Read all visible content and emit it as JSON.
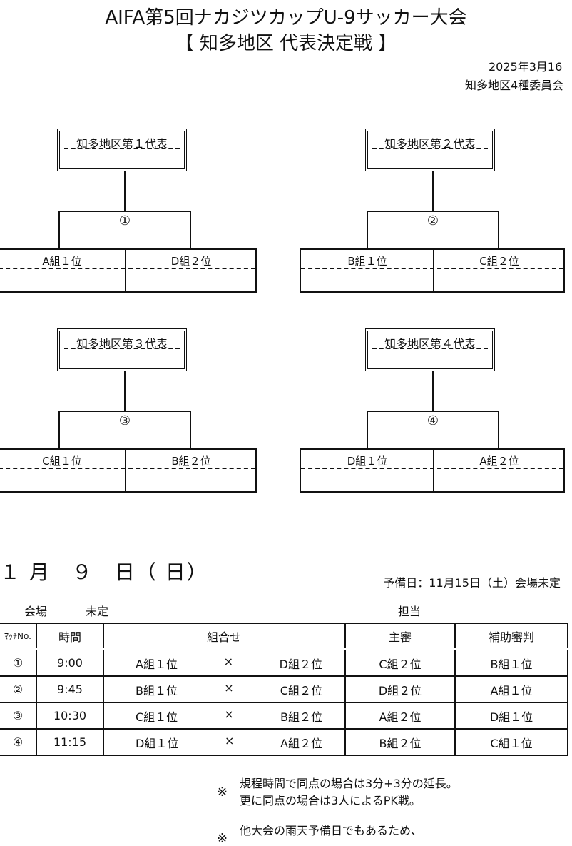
{
  "header": {
    "title_line1": "AIFA第5回ナカジツカップU-9サッカー大会",
    "title_line2": "【 知多地区 代表決定戦 】",
    "date": "2025年3月16",
    "org": "知多地区4種委員会"
  },
  "bracket": [
    {
      "rep": "知多地区第１代表",
      "match": "①",
      "left": "A組１位",
      "right": "D組２位"
    },
    {
      "rep": "知多地区第２代表",
      "match": "②",
      "left": "B組１位",
      "right": "C組２位"
    },
    {
      "rep": "知多地区第３代表",
      "match": "③",
      "left": "C組１位",
      "right": "B組２位"
    },
    {
      "rep": "知多地区第４代表",
      "match": "④",
      "left": "D組１位",
      "right": "A組２位"
    }
  ],
  "schedule": {
    "date": "１ 月　９　日（ 日）",
    "reserve": "予備日：11月15日（土）会場未定",
    "venue_label": "会場",
    "venue_value": "未定",
    "officials_label": "担当",
    "headers": {
      "no": "ﾏｯﾁNo.",
      "time": "時間",
      "combo": "組合せ",
      "referee": "主審",
      "assistant": "補助審判"
    },
    "rows": [
      {
        "no": "①",
        "time": "9:00",
        "home": "A組１位",
        "vs": "×",
        "away": "D組２位",
        "referee": "C組２位",
        "assistant": "B組１位"
      },
      {
        "no": "②",
        "time": "9:45",
        "home": "B組１位",
        "vs": "×",
        "away": "C組２位",
        "referee": "D組２位",
        "assistant": "A組１位"
      },
      {
        "no": "③",
        "time": "10:30",
        "home": "C組１位",
        "vs": "×",
        "away": "B組２位",
        "referee": "A組２位",
        "assistant": "D組１位"
      },
      {
        "no": "④",
        "time": "11:15",
        "home": "D組１位",
        "vs": "×",
        "away": "A組２位",
        "referee": "B組２位",
        "assistant": "C組１位"
      }
    ]
  },
  "notes": [
    {
      "mark": "※",
      "lines": [
        "規程時間で同点の場合は3分+3分の延長。",
        "更に同点の場合は3人によるPK戦。"
      ]
    },
    {
      "mark": "※",
      "lines": [
        "他大会の雨天予備日でもあるため、"
      ]
    }
  ]
}
